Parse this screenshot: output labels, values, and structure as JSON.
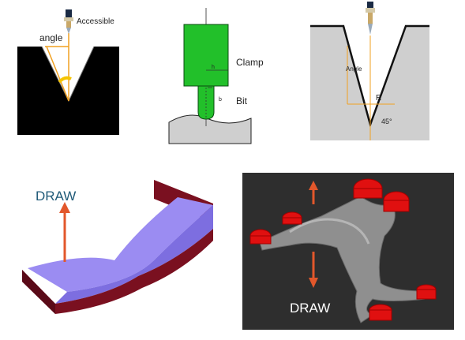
{
  "panel_accessible": {
    "tool_label": "Accessible",
    "angle_label": "angle"
  },
  "panel_clamp": {
    "clamp_label": "Clamp",
    "bit_label": "Bit",
    "dim_h": "h",
    "dim_b": "b"
  },
  "panel_groove": {
    "angle_label": "Angle",
    "radius_label": "R",
    "angle_value": "45°"
  },
  "panel_channel": {
    "draw_label": "DRAW",
    "accent_color": "#1f5a78",
    "arrow_color": "#e2572b"
  },
  "panel_part": {
    "draw_label": "DRAW",
    "arrow_color": "#e2572b"
  }
}
